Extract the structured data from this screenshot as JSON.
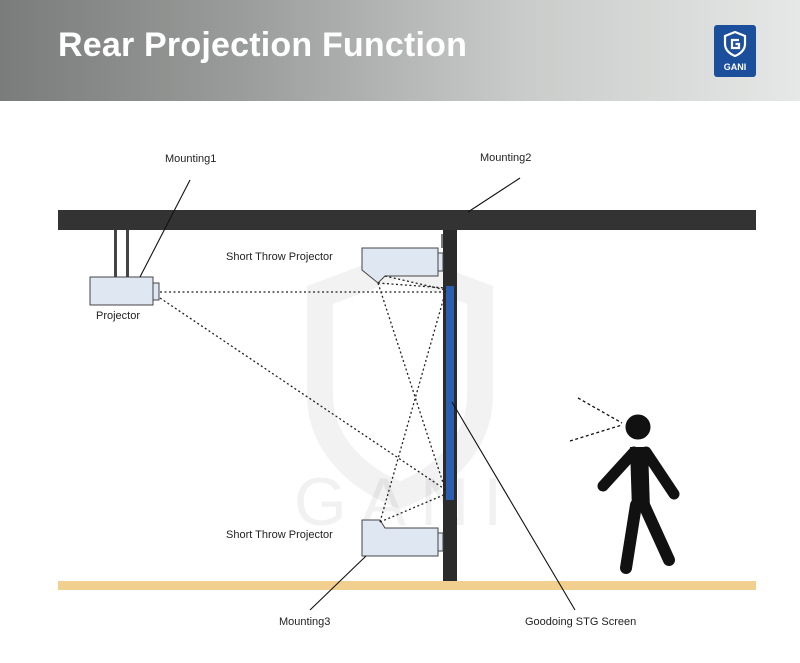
{
  "header": {
    "title": "Rear Projection Function",
    "logo_text": "GANI",
    "logo_icon": "shield-g-icon"
  },
  "labels": {
    "mounting1": "Mounting1",
    "mounting2": "Mounting2",
    "mounting3": "Mounting3",
    "projector": "Projector",
    "short_throw_top": "Short Throw Projector",
    "short_throw_bottom": "Short Throw Projector",
    "screen": "Goodoing STG Screen"
  },
  "watermark": "GANI",
  "colors": {
    "ceiling": "#333333",
    "floor": "#f1cf8f",
    "screen": "#2c5eb0",
    "projector_fill": "#dfe7f3",
    "person": "#111111"
  }
}
